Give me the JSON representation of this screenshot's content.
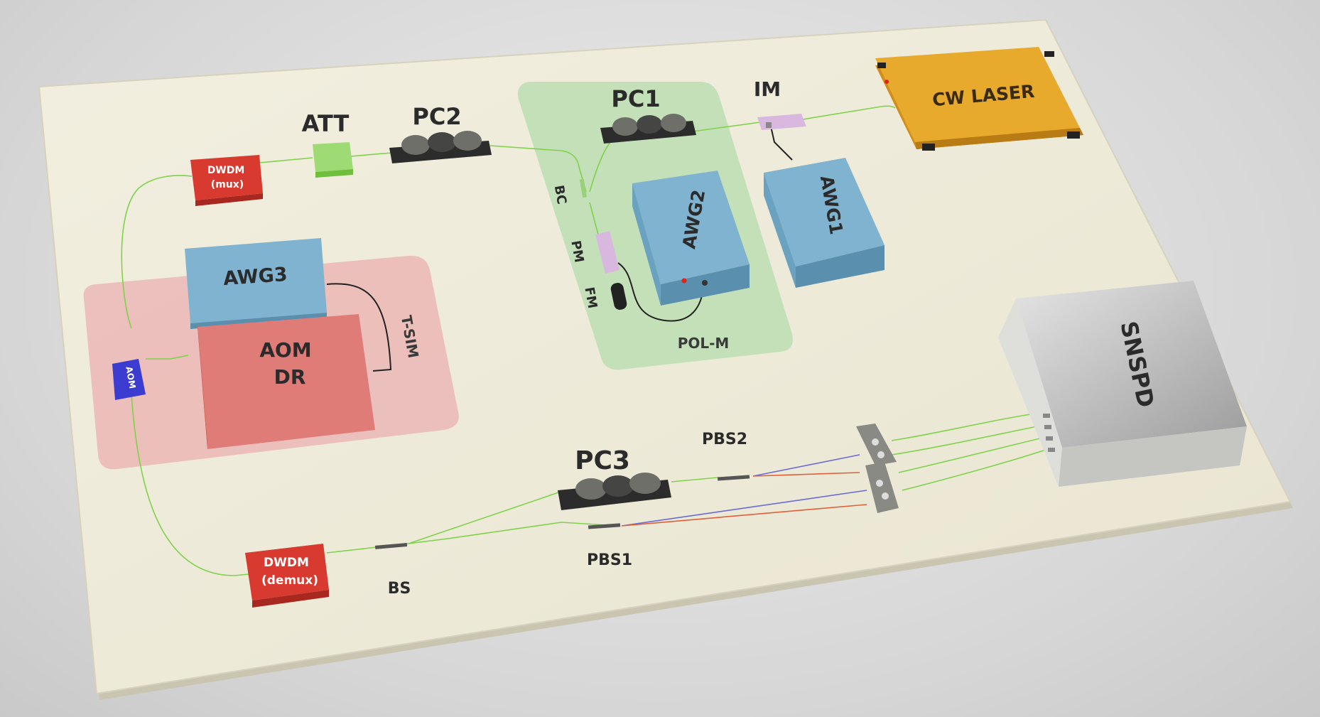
{
  "colors": {
    "board": "#efecdc",
    "board_edge": "#d8d4bf",
    "fiber": "#7fd24a",
    "fiber_red": "#e0603a",
    "fiber_blue": "#6a6ad8",
    "awg_blue": "#7fb3cf",
    "dwdm_red": "#d83a30",
    "laser_gold": "#e3a52a",
    "aom_pink": "#e07c78",
    "pol_region_green": "#b6dcae",
    "tsim_region_pink": "#e9a8aa"
  },
  "labels": {
    "att": "ATT",
    "pc2": "PC2",
    "pc1": "PC1",
    "im": "IM",
    "cw_laser": "CW LASER",
    "dwdm_mux_line1": "DWDM",
    "dwdm_mux_line2": "(mux)",
    "bc": "BC",
    "pm": "PM",
    "fm": "FM",
    "awg2": "AWG2",
    "awg1": "AWG1",
    "pol_m": "POL-M",
    "awg3": "AWG3",
    "aom_dr_line1": "AOM",
    "aom_dr_line2": "DR",
    "t_sim": "T-SIM",
    "aom": "AOM",
    "snspd": "SNSPD",
    "pc3": "PC3",
    "pbs2": "PBS2",
    "pbs1": "PBS1",
    "dwdm_demux_line1": "DWDM",
    "dwdm_demux_line2": "(demux)",
    "bs": "BS"
  }
}
